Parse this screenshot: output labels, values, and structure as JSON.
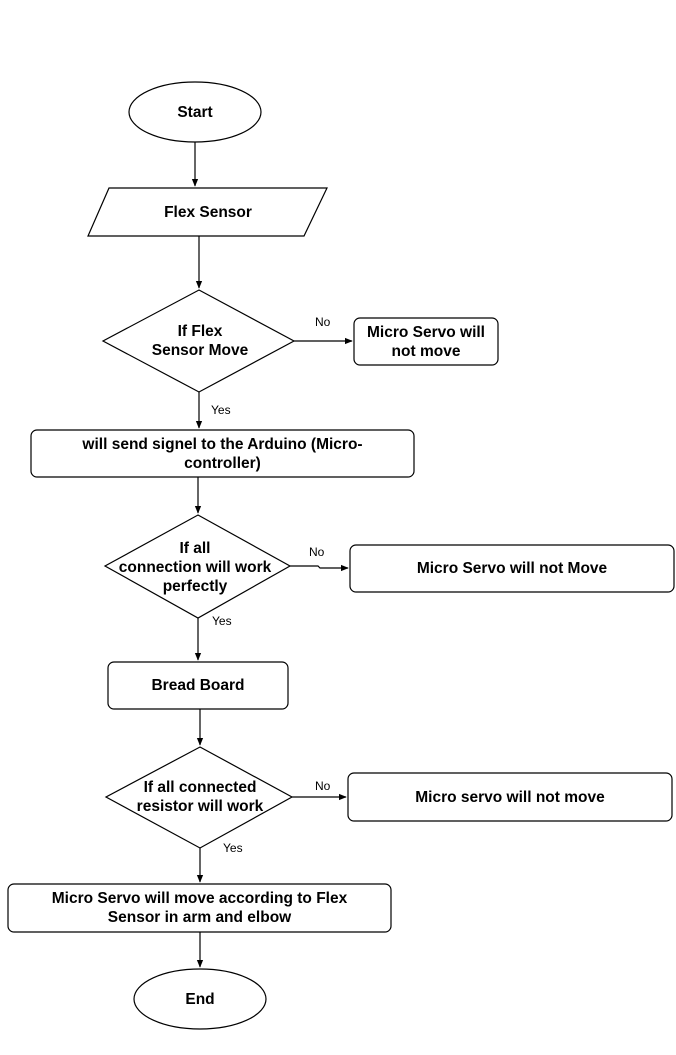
{
  "nodes": {
    "start": {
      "line1": "Start"
    },
    "flex_sensor": {
      "line1": "Flex Sensor"
    },
    "decision_flex": {
      "line1": "If Flex",
      "line2": "Sensor Move"
    },
    "servo_not_move_1": {
      "line1": "Micro Servo will",
      "line2": "not move"
    },
    "send_signal": {
      "line1": "will send signel to the Arduino (Micro-",
      "line2": "controller)"
    },
    "decision_connection": {
      "line1": "If all",
      "line2": "connection will work",
      "line3": "perfectly"
    },
    "servo_not_move_2": {
      "line1": "Micro Servo will not Move"
    },
    "bread_board": {
      "line1": "Bread Board"
    },
    "decision_resistor": {
      "line1": "If all connected",
      "line2": "resistor will work"
    },
    "servo_not_move_3": {
      "line1": "Micro servo will not move"
    },
    "servo_moves": {
      "line1": "Micro Servo will move according to Flex",
      "line2": "Sensor in arm and elbow"
    },
    "end": {
      "line1": "End"
    }
  },
  "edges": {
    "no_1": "No",
    "yes_1": "Yes",
    "no_2": "No",
    "yes_2": "Yes",
    "no_3": "No",
    "yes_3": "Yes"
  }
}
